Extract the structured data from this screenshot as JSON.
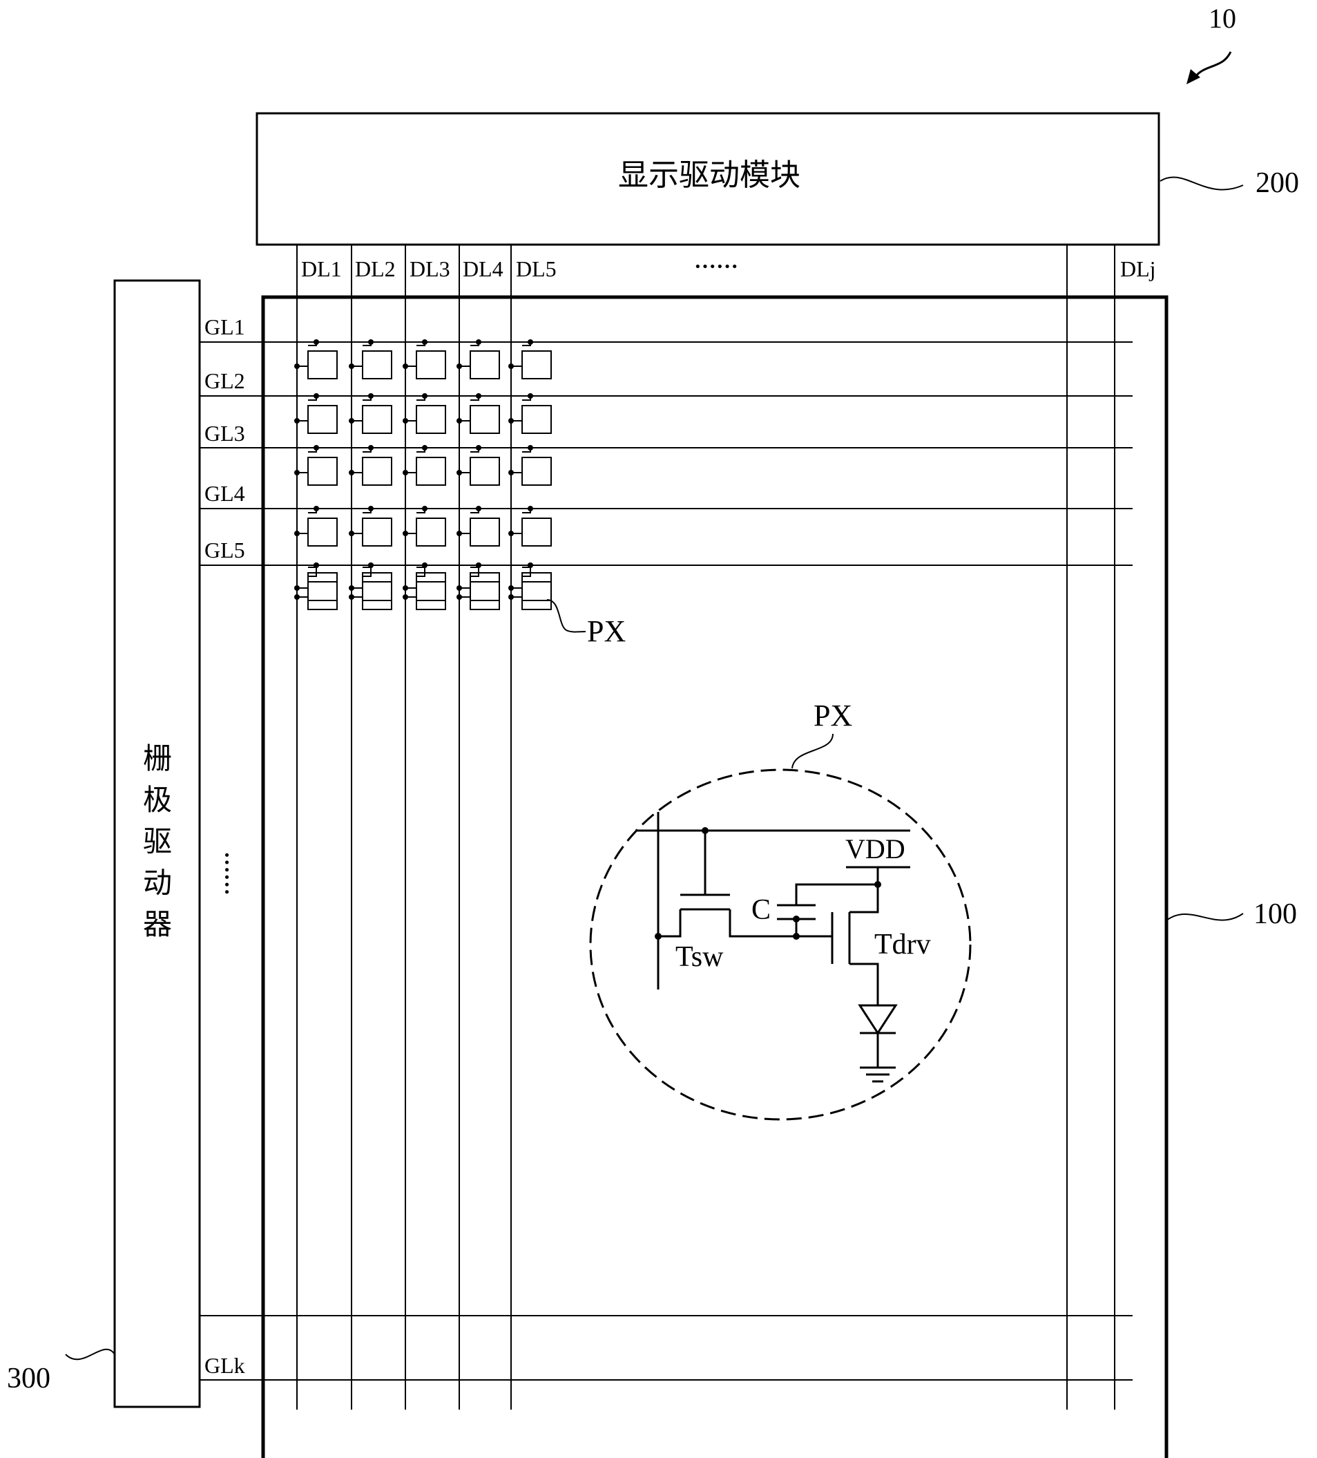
{
  "figure": {
    "ref_display_device": "10",
    "ref_display_driver": "200",
    "ref_display_panel": "100",
    "ref_gate_driver": "300",
    "display_driver_label": "显示驱动模块",
    "gate_driver_label": [
      "栅",
      "极",
      "驱",
      "动",
      "器"
    ],
    "data_lines": [
      "DL1",
      "DL2",
      "DL3",
      "DL4",
      "DL5"
    ],
    "data_line_last": "DLj",
    "data_line_ellipsis": "······",
    "gate_lines": [
      "GL1",
      "GL2",
      "GL3",
      "GL4",
      "GL5"
    ],
    "gate_line_last": "GLk",
    "gate_line_ellipsis": "······",
    "pixel_label": "PX",
    "pixel_detail_label": "PX",
    "circuit": {
      "vdd_label": "VDD",
      "capacitor_label": "C",
      "switch_transistor_label": "Tsw",
      "drive_transistor_label": "Tdrv"
    }
  }
}
